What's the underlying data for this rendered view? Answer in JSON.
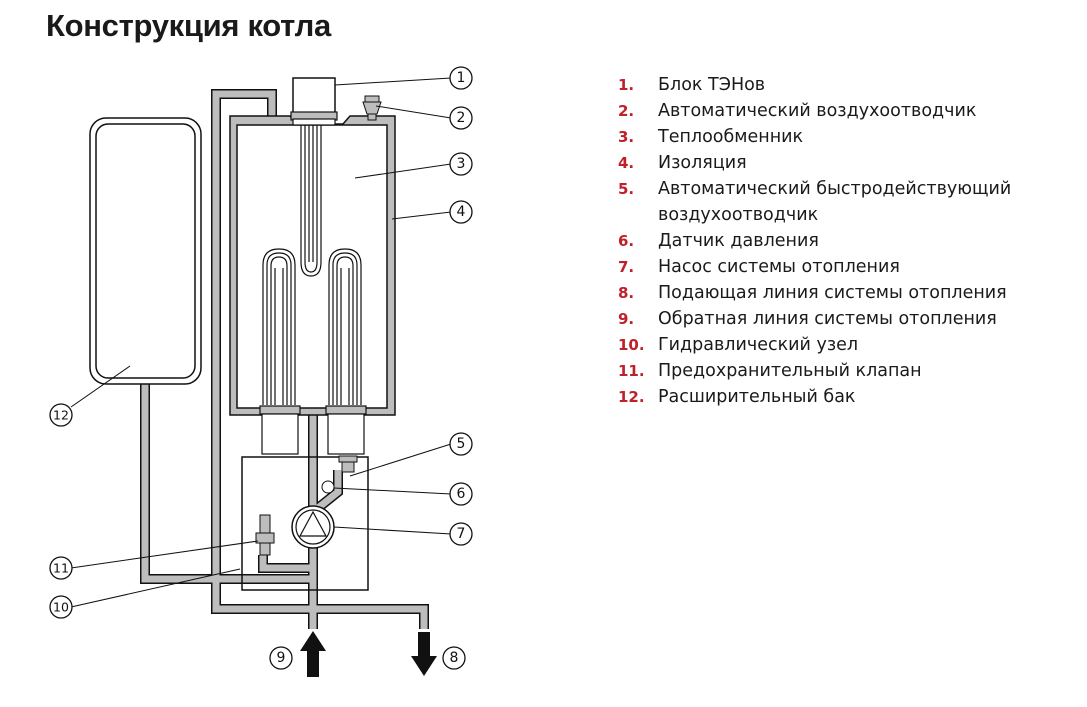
{
  "title": "Конструкция котла",
  "legend": [
    {
      "num": "1.",
      "label": "Блок ТЭНов"
    },
    {
      "num": "2.",
      "label": "Автоматический воздухоотводчик"
    },
    {
      "num": "3.",
      "label": "Теплообменник"
    },
    {
      "num": "4.",
      "label": "Изоляция"
    },
    {
      "num": "5.",
      "label": "Автоматический быстродействующий воздухоотводчик"
    },
    {
      "num": "6.",
      "label": "Датчик давления"
    },
    {
      "num": "7.",
      "label": "Насос системы отопления"
    },
    {
      "num": "8.",
      "label": "Подающая линия системы отопления"
    },
    {
      "num": "9.",
      "label": "Обратная линия системы отопления"
    },
    {
      "num": "10.",
      "label": "Гидравлический узел"
    },
    {
      "num": "11.",
      "label": "Предохранительный клапан"
    },
    {
      "num": "12.",
      "label": "Расширительный бак"
    }
  ],
  "callouts": [
    "1",
    "2",
    "3",
    "4",
    "5",
    "6",
    "7",
    "8",
    "9",
    "10",
    "11",
    "12"
  ],
  "colors": {
    "accent": "#c0202a",
    "pipe": "#bdbdbd",
    "line": "#111111"
  }
}
